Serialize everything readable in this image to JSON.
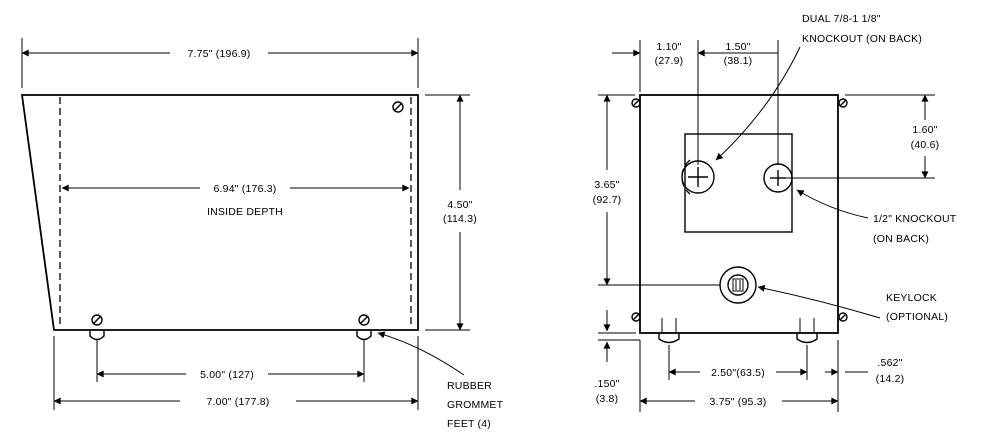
{
  "side_view": {
    "overall_length": "7.75\" (196.9)",
    "inside_depth_value": "6.94\" (176.3)",
    "inside_depth_label": "INSIDE DEPTH",
    "height_in": "4.50\"",
    "height_mm": "(114.3)",
    "feet_spacing": "5.00\" (127)",
    "base_length": "7.00\" (177.8)",
    "grommet_label": [
      "RUBBER",
      "GROMMET",
      "FEET (4)"
    ]
  },
  "front_view": {
    "left_offset_in": "1.10\"",
    "left_offset_mm": "(27.9)",
    "knockout_spacing_in": "1.50\"",
    "knockout_spacing_mm": "(38.1)",
    "dual_knockout_label": [
      "DUAL 7/8-1 1/8\"",
      "KNOCKOUT (ON BACK)"
    ],
    "top_offset_in": "1.60\"",
    "top_offset_mm": "(40.6)",
    "height_in": "3.65\"",
    "height_mm": "(92.7)",
    "half_knockout_label": [
      "1/2\" KNOCKOUT",
      "(ON BACK)"
    ],
    "keylock_label": [
      "KEYLOCK",
      "(OPTIONAL)"
    ],
    "foot_height_in": ".150\"",
    "foot_height_mm": "(3.8)",
    "foot_spacing": "2.50\"(63.5)",
    "side_offset_in": ".562\"",
    "side_offset_mm": "(14.2)",
    "width": "3.75\" (95.3)"
  }
}
